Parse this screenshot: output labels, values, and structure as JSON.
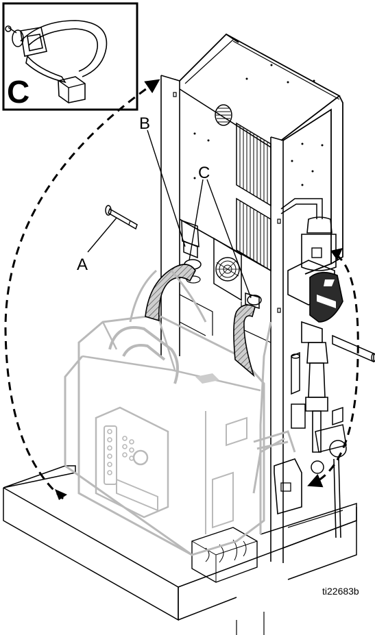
{
  "callouts": {
    "inset_letter": "C",
    "label_a": "A",
    "label_b": "B",
    "label_c": "C"
  },
  "figure_id": "ti22683b"
}
